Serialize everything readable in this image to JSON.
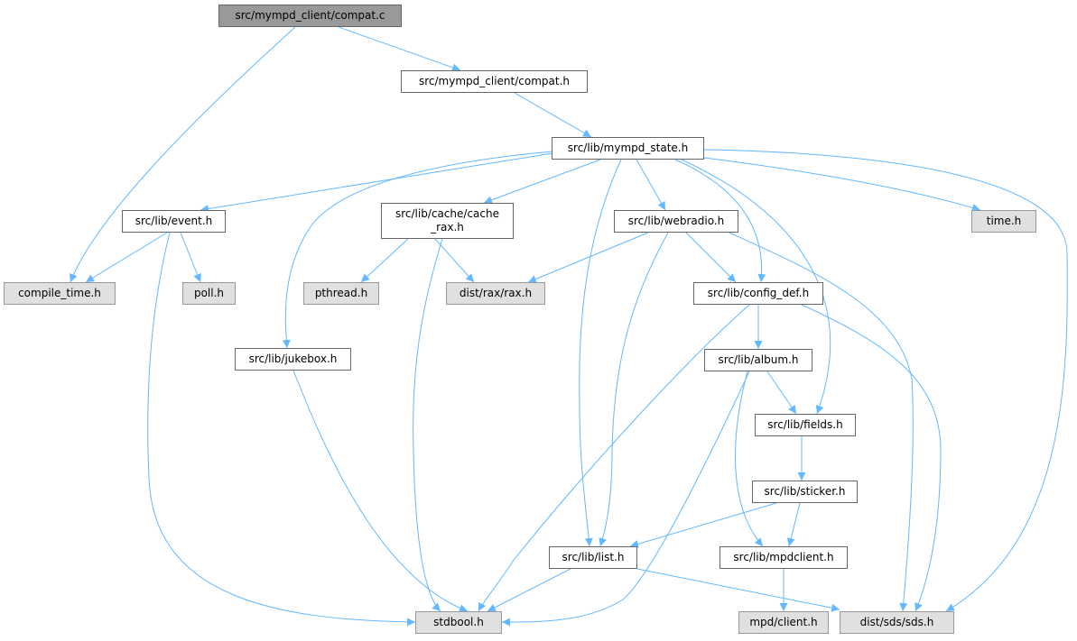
{
  "graph": {
    "nodes": [
      {
        "id": "compat_c",
        "lines": [
          "src/mympd_client/compat.c"
        ],
        "kind": "focus"
      },
      {
        "id": "compat_h",
        "lines": [
          "src/mympd_client/compat.h"
        ],
        "kind": "internal"
      },
      {
        "id": "mympd_state",
        "lines": [
          "src/lib/mympd_state.h"
        ],
        "kind": "internal"
      },
      {
        "id": "event",
        "lines": [
          "src/lib/event.h"
        ],
        "kind": "internal"
      },
      {
        "id": "cache_rax",
        "lines": [
          "src/lib/cache/cache",
          "_rax.h"
        ],
        "kind": "internal"
      },
      {
        "id": "webradio",
        "lines": [
          "src/lib/webradio.h"
        ],
        "kind": "internal"
      },
      {
        "id": "time",
        "lines": [
          "time.h"
        ],
        "kind": "external"
      },
      {
        "id": "compile_time",
        "lines": [
          "compile_time.h"
        ],
        "kind": "external"
      },
      {
        "id": "poll",
        "lines": [
          "poll.h"
        ],
        "kind": "external"
      },
      {
        "id": "pthread",
        "lines": [
          "pthread.h"
        ],
        "kind": "external"
      },
      {
        "id": "rax",
        "lines": [
          "dist/rax/rax.h"
        ],
        "kind": "external"
      },
      {
        "id": "config_def",
        "lines": [
          "src/lib/config_def.h"
        ],
        "kind": "internal"
      },
      {
        "id": "jukebox",
        "lines": [
          "src/lib/jukebox.h"
        ],
        "kind": "internal"
      },
      {
        "id": "album",
        "lines": [
          "src/lib/album.h"
        ],
        "kind": "internal"
      },
      {
        "id": "fields",
        "lines": [
          "src/lib/fields.h"
        ],
        "kind": "internal"
      },
      {
        "id": "sticker",
        "lines": [
          "src/lib/sticker.h"
        ],
        "kind": "internal"
      },
      {
        "id": "list",
        "lines": [
          "src/lib/list.h"
        ],
        "kind": "internal"
      },
      {
        "id": "mpdclient",
        "lines": [
          "src/lib/mpdclient.h"
        ],
        "kind": "internal"
      },
      {
        "id": "stdbool",
        "lines": [
          "stdbool.h"
        ],
        "kind": "external"
      },
      {
        "id": "mpd_client",
        "lines": [
          "mpd/client.h"
        ],
        "kind": "external"
      },
      {
        "id": "sds",
        "lines": [
          "dist/sds/sds.h"
        ],
        "kind": "external"
      }
    ],
    "edges": [
      [
        "compat_c",
        "compile_time"
      ],
      [
        "compat_c",
        "compat_h"
      ],
      [
        "compat_h",
        "mympd_state"
      ],
      [
        "mympd_state",
        "event"
      ],
      [
        "mympd_state",
        "cache_rax"
      ],
      [
        "mympd_state",
        "jukebox"
      ],
      [
        "mympd_state",
        "list"
      ],
      [
        "mympd_state",
        "webradio"
      ],
      [
        "mympd_state",
        "config_def"
      ],
      [
        "mympd_state",
        "fields"
      ],
      [
        "mympd_state",
        "time"
      ],
      [
        "mympd_state",
        "sds"
      ],
      [
        "event",
        "compile_time"
      ],
      [
        "event",
        "poll"
      ],
      [
        "event",
        "stdbool"
      ],
      [
        "cache_rax",
        "pthread"
      ],
      [
        "cache_rax",
        "rax"
      ],
      [
        "cache_rax",
        "stdbool"
      ],
      [
        "webradio",
        "rax"
      ],
      [
        "webradio",
        "list"
      ],
      [
        "webradio",
        "config_def"
      ],
      [
        "webradio",
        "sds"
      ],
      [
        "config_def",
        "album"
      ],
      [
        "config_def",
        "stdbool"
      ],
      [
        "config_def",
        "sds"
      ],
      [
        "jukebox",
        "stdbool"
      ],
      [
        "album",
        "fields"
      ],
      [
        "album",
        "stdbool"
      ],
      [
        "album",
        "mpdclient"
      ],
      [
        "fields",
        "sticker"
      ],
      [
        "sticker",
        "list"
      ],
      [
        "sticker",
        "mpdclient"
      ],
      [
        "list",
        "stdbool"
      ],
      [
        "list",
        "sds"
      ],
      [
        "mpdclient",
        "mpd_client"
      ]
    ],
    "colors": {
      "edge": "#63b8ff",
      "focus_fill": "#999999",
      "external_fill": "#e0e0e0"
    }
  }
}
